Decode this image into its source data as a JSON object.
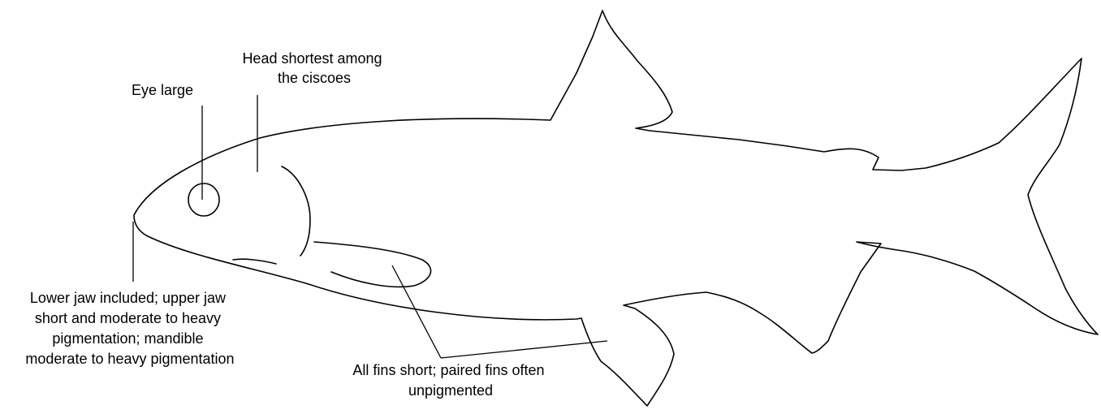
{
  "annotations": {
    "eye": {
      "lines": [
        "Eye large"
      ]
    },
    "head": {
      "lines": [
        "Head shortest among",
        "the ciscoes"
      ]
    },
    "jaw": {
      "lines": [
        "Lower jaw included; upper jaw",
        "short and moderate to heavy",
        "pigmentation; mandible",
        "moderate to heavy pigmentation"
      ]
    },
    "fins": {
      "lines": [
        "All fins short; paired fins often",
        "unpigmented"
      ]
    }
  },
  "colors": {
    "outline": "#000000",
    "background": "#ffffff"
  }
}
